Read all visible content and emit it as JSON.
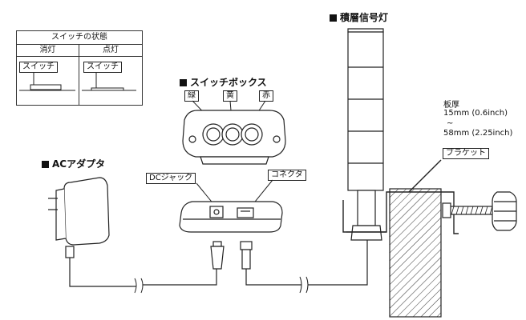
{
  "status_table": {
    "title": "スイッチの状態",
    "col_off": "消灯",
    "col_on": "点灯",
    "switch_label_off": "スイッチ",
    "switch_label_on": "スイッチ"
  },
  "switch_box": {
    "title": "スイッチボックス",
    "btn_green": "緑",
    "btn_yellow": "黄",
    "btn_red": "赤"
  },
  "signal_tower": {
    "title": "積層信号灯"
  },
  "thickness": {
    "label": "板厚",
    "min": "15mm (0.6inch)",
    "sep": "~",
    "max": "58mm (2.25inch)"
  },
  "bracket": {
    "label": "ブラケット"
  },
  "ac_adapter": {
    "title": "ACアダプタ"
  },
  "dc_jack": {
    "label": "DCジャック"
  },
  "connector": {
    "label": "コネクタ"
  },
  "colors": {
    "line": "#222222",
    "hatch": "#333333"
  }
}
